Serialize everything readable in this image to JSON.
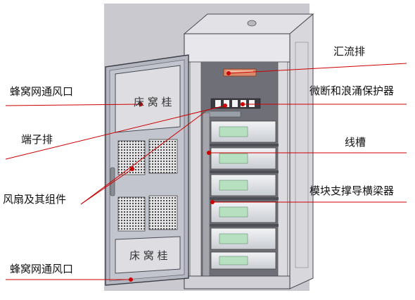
{
  "labels": {
    "honeycomb_vent_top": "蜂窝网通风口",
    "terminal_block": "端子排",
    "fan_assembly": "风扇及其组件",
    "honeycomb_vent_bottom": "蜂窝网通风口",
    "busbar": "汇流排",
    "mcb_surge": "微断和浪涌保护器",
    "cable_trough": "线槽",
    "module_beam": "模块支撑导横梁器"
  },
  "door_panel_text": {
    "top": "床  窝  桂",
    "bottom": "床  窝  桂"
  },
  "colors": {
    "leader": "#cc0000",
    "cabinet_outline": "#4a4a55",
    "background_panel": "#c9c9cf"
  }
}
